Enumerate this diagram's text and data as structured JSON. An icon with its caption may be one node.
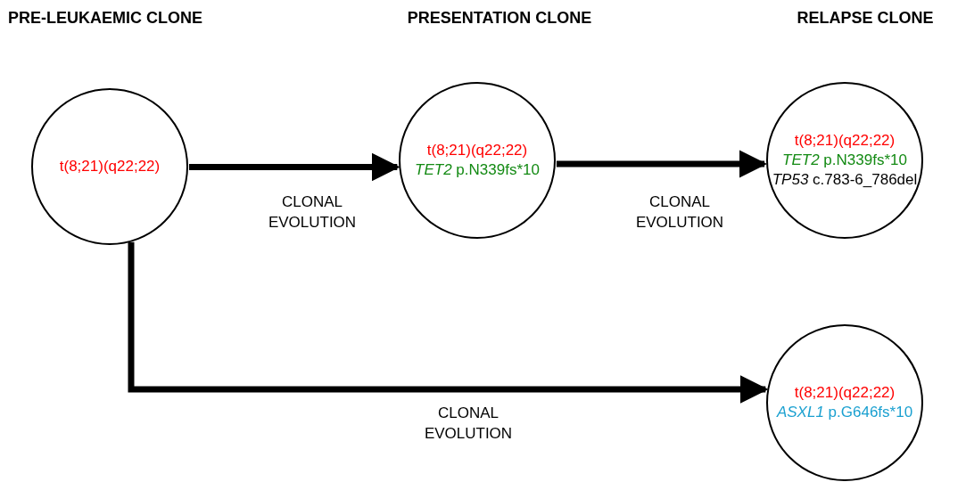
{
  "diagram": {
    "nodes": [
      {
        "text": [
          "t(8;21)(q22;22)"
        ]
      },
      {
        "text": [
          "t(8;21)(q22;22)",
          "*TET2* p.N339fs*10"
        ]
      },
      {
        "text": [
          "t(8;21)(q22;22)",
          "*TET2* p.N339fs*10",
          "*TP53* c.783-6_786del"
        ]
      },
      {
        "text": [
          "t(8;21)(q22;22)",
          "*ASXL1* p.G646fs*10"
        ]
      }
    ],
    "edges": [
      {
        "from": 0,
        "to": 1,
        "arrow": "to",
        "label": "CLONAL EVOLUTION"
      },
      {
        "from": 1,
        "to": 2,
        "arrow": "to",
        "label": "CLONAL EVOLUTION"
      },
      {
        "from": 0,
        "to": 3,
        "arrow": "to",
        "label": "CLONAL EVOLUTION"
      }
    ],
    "labels": [
      "PRE-LEUKAEMIC CLONE",
      "PRESENTATION CLONE",
      "RELAPSE CLONE"
    ]
  }
}
